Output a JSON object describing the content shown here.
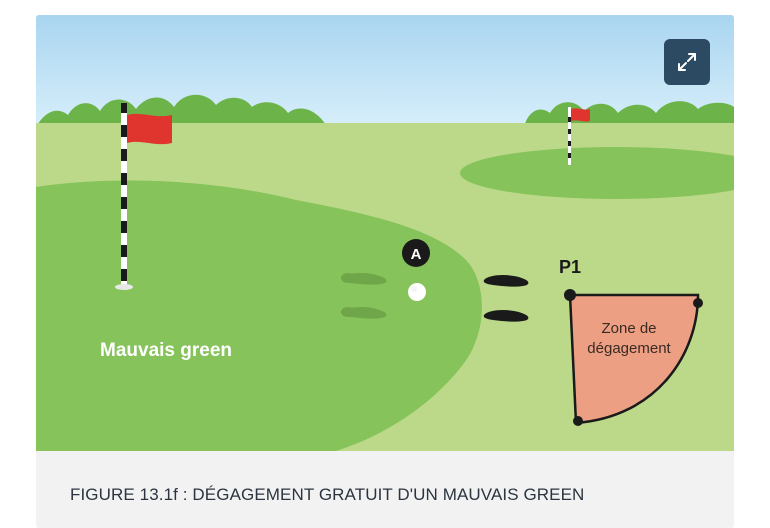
{
  "figure": {
    "label_bad_green": "Mauvais green",
    "label_zone_line1": "Zone de",
    "label_zone_line2": "dégagement",
    "label_p1": "P1",
    "label_a": "A"
  },
  "caption": {
    "text": "FIGURE 13.1f : DÉGAGEMENT GRATUIT D'UN MAUVAIS GREEN"
  },
  "icons": {
    "expand": "expand-icon"
  },
  "colors": {
    "sky": "#b9dff3",
    "fairway": "#bcd98a",
    "green": "#86c35a",
    "zone": "#ec9f82",
    "flag": "#e0342f",
    "button": "#2d4a63"
  }
}
